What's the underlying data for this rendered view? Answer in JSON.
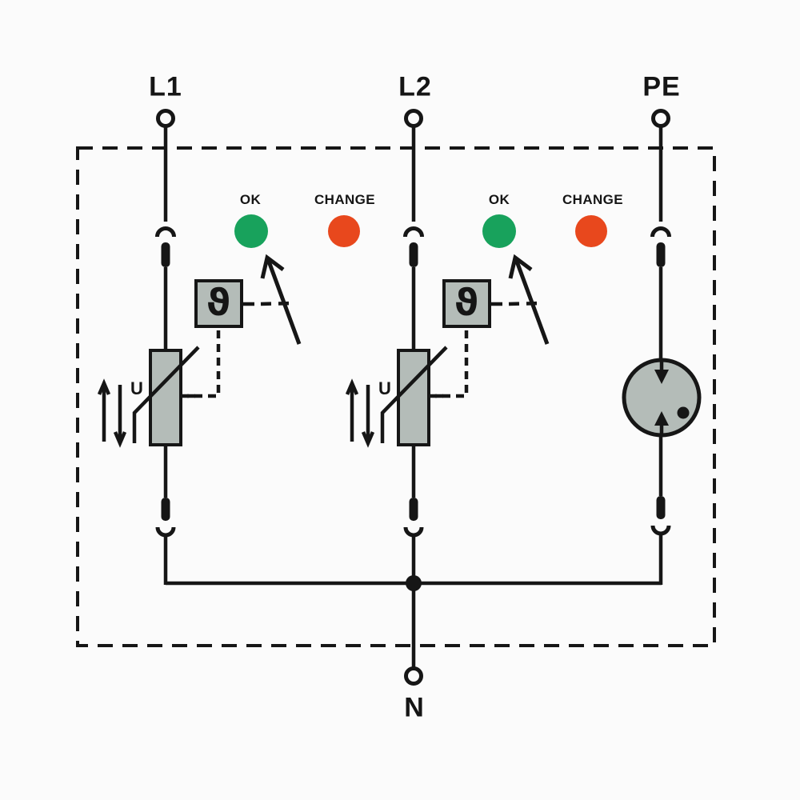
{
  "diagram": {
    "terminals": {
      "l1": "L1",
      "l2": "L2",
      "pe": "PE",
      "n": "N"
    },
    "indicators": {
      "sets": [
        {
          "ok": "OK",
          "change": "CHANGE"
        },
        {
          "ok": "OK",
          "change": "CHANGE"
        }
      ],
      "ok_color": "#18a25c",
      "change_color": "#e8481d"
    },
    "components": {
      "varistor_voltage_label": "U",
      "thermal_disconnect_symbol": "ϑ",
      "fill_color": "#b4bcb8",
      "line_color": "#161616"
    }
  }
}
